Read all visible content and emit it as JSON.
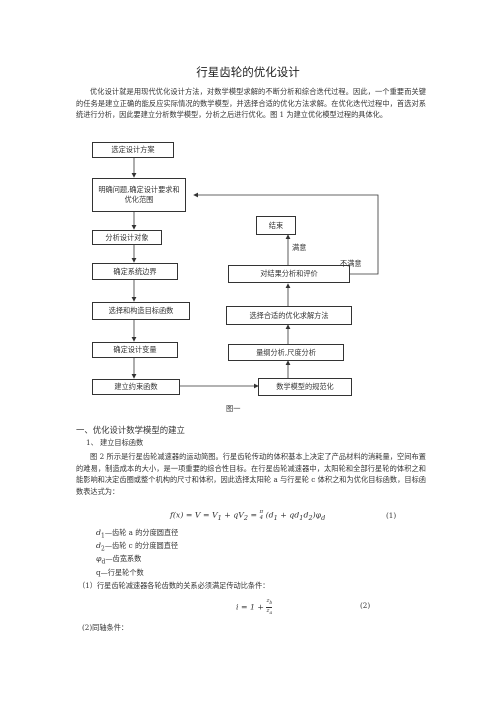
{
  "title": "行星齿轮的优化设计",
  "intro": "优化设计就是用现代优化设计方法，对数学模型求解的不断分析和综合迭代过程。因此，一个重要而关键的任务是建立正确的能反应实际情况的数学模型，并选择合适的优化方法求解。在优化迭代过程中，首选对系统进行分析，因此要建立分析数学模型，分析之后进行优化。图 1 为建立优化模型过程的具体化。",
  "flowchart": {
    "left_boxes": [
      "选定设计方案",
      "明确问题,确定设计要求和优化范围",
      "分析设计对象",
      "确定系统边界",
      "选择和构造目标函数",
      "确定设计变量",
      "建立约束函数"
    ],
    "right_boxes": [
      "结束",
      "对结果分析和评价",
      "选择合适的优化求解方法",
      "量纲分析,尺度分析",
      "数学模型的规范化"
    ],
    "label_satisfied": "满意",
    "label_unsatisfied": "不满意",
    "caption": "图一"
  },
  "section1": "一、优化设计数学模型的建立",
  "sub1": "1、 建立目标函数",
  "body1": "图 2 所示是行星齿轮减速器的运动简图。行星齿轮传动的体积基本上决定了产品材料的消耗量，空间布置的难易，制造成本的大小，是一项重要的综合性目标。在行星齿轮减速器中，太阳轮和全部行星轮的体积之和能影响和决定齿圈或整个机构的尺寸和体积，因此选择太阳轮 a 与行星轮 c 体积之和为优化目标函数，目标函数表达式为：",
  "eq1_left": "f(x) = V = V",
  "eq1_mid": "+ qV",
  "eq1_right": "(d",
  "eq1_number": "(1)",
  "definitions": [
    "—齿轮 a 的分度圆直径",
    "—齿轮 c 的分度圆直径",
    "—齿宽系数",
    "q—行星轮个数"
  ],
  "cond1": "（1）行星齿轮减速器各轮齿数的关系必须满足传动比条件：",
  "eq2_left": "i = 1 +",
  "eq2_number": "(2)",
  "cond2": "(2)同轴条件："
}
